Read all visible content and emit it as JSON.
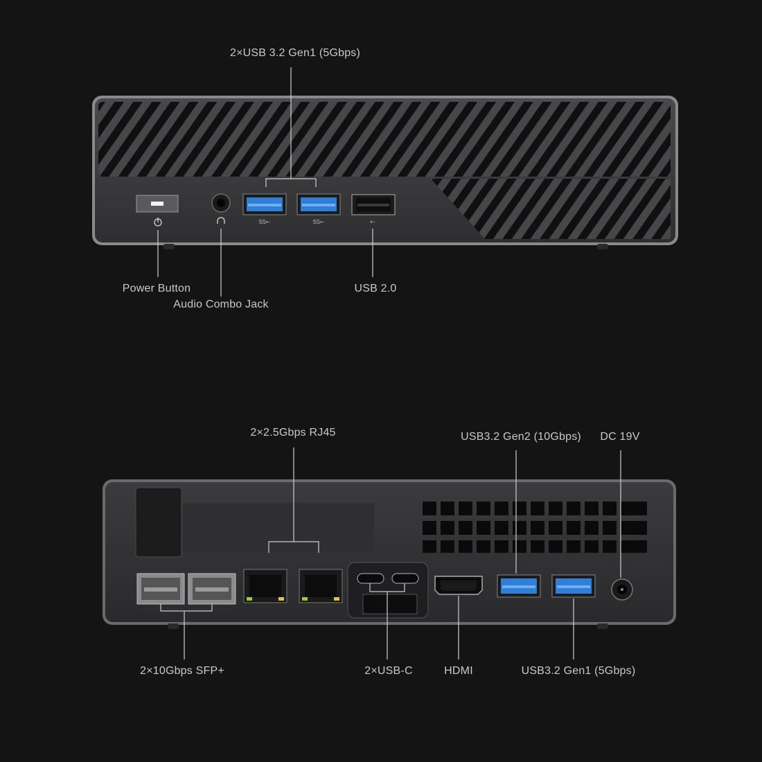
{
  "front_panel": {
    "labels": {
      "usb32_gen1": "2×USB 3.2 Gen1 (5Gbps)",
      "power_button": "Power Button",
      "audio_jack": "Audio Combo Jack",
      "usb20": "USB 2.0"
    }
  },
  "rear_panel": {
    "labels": {
      "rj45": "2×2.5Gbps RJ45",
      "usb32_gen2": "USB3.2 Gen2 (10Gbps)",
      "dc": "DC 19V",
      "sfp": "2×10Gbps SFP+",
      "usbc": "2×USB-C",
      "hdmi": "HDMI",
      "usb32_gen1": "USB3.2 Gen1 (5Gbps)"
    }
  },
  "colors": {
    "background": "#141414",
    "chassis": "#3a3a3c",
    "chassis_edge": "#8a8a8c",
    "usb_blue": "#2f7fd8",
    "label_text": "#c9c9c9",
    "leader_line": "#cfcfcf"
  }
}
